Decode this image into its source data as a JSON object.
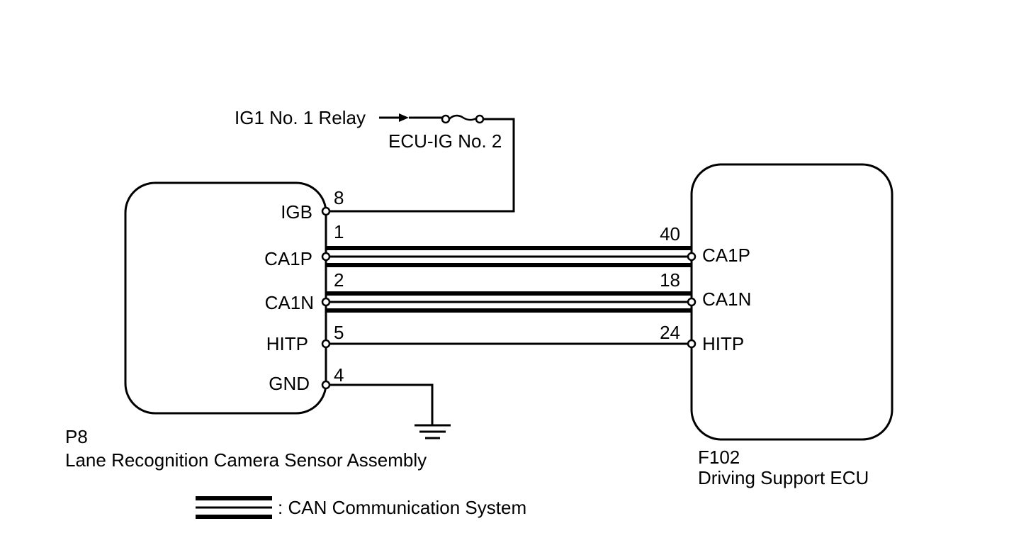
{
  "power": {
    "source_label": "IG1 No. 1 Relay",
    "fuse_label": "ECU-IG No. 2"
  },
  "left_component": {
    "code": "P8",
    "name": "Lane Recognition Camera Sensor Assembly",
    "pins": [
      {
        "terminal": "IGB",
        "number": "8"
      },
      {
        "terminal": "CA1P",
        "number": "1"
      },
      {
        "terminal": "CA1N",
        "number": "2"
      },
      {
        "terminal": "HITP",
        "number": "5"
      },
      {
        "terminal": "GND",
        "number": "4"
      }
    ]
  },
  "right_component": {
    "code": "F102",
    "name": "Driving Support ECU",
    "pins": [
      {
        "terminal": "CA1P",
        "number": "40"
      },
      {
        "terminal": "CA1N",
        "number": "18"
      },
      {
        "terminal": "HITP",
        "number": "24"
      }
    ]
  },
  "legend": {
    "label": ": CAN Communication System"
  }
}
